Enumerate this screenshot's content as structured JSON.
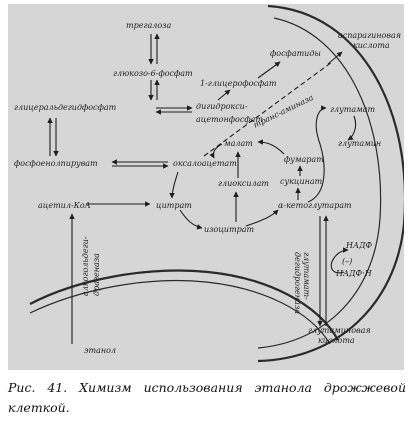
{
  "labels": {
    "trehalose": "трегалоза",
    "g6p": "глюкозо-6-фосфат",
    "g3p_aldehyde": "глицеральдегидфосфат",
    "dhap": "дигидрокси-",
    "dhap2": "ацетонфосфат",
    "pep": "фосфоенолпируват",
    "oaa": "оксалоацетат",
    "acetylcoa": "ацетил-КоА",
    "citrate": "цитрат",
    "isocitrate": "изоцитрат",
    "akg": "α-кетоглутарат",
    "malate": "малат",
    "glyoxylate": "глиоксилат",
    "fumarate": "фумарат",
    "succinate": "сукцинат",
    "glycerophosphate": "1-глицерофосфат",
    "phosphatides": "фосфатиды",
    "aspartic": "аспарагиновая",
    "aspartic2": "кислота",
    "transaminase": "транс-аминаза",
    "glutamate": "глутамат",
    "glutamine": "глутамин",
    "nadp": "НАДФ",
    "nadph": "НАДФ·Н",
    "gdh1": "глутамат-",
    "gdh2": "дегидрогеназа",
    "glutamic": "глутаминовая",
    "glutamic2": "кислота",
    "adh1": "алкогольдеги-",
    "adh2": "драгеназа",
    "ethanol": "этанол",
    "minus": "(–)"
  },
  "caption": "Рис. 41. Химизм использования этанола дрожжевой клеткой."
}
